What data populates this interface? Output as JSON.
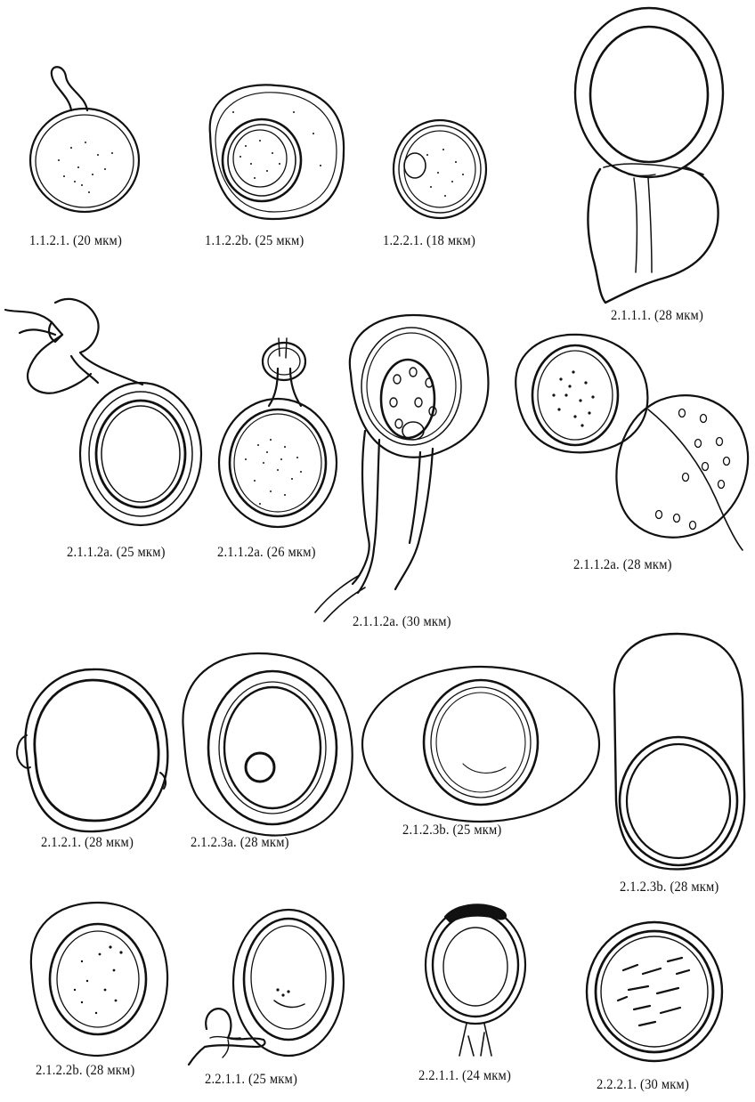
{
  "figures": [
    {
      "label": "1.1.2.1. (20 мкм)"
    },
    {
      "label": "1.1.2.2b. (25 мкм)"
    },
    {
      "label": "1.2.2.1. (18 мкм)"
    },
    {
      "label": "2.1.1.1. (28 мкм)"
    },
    {
      "label": "2.1.1.2a. (25 мкм)"
    },
    {
      "label": "2.1.1.2a. (26 мкм)"
    },
    {
      "label": "2.1.1.2a. (30 мкм)"
    },
    {
      "label": "2.1.1.2a. (28 мкм)"
    },
    {
      "label": "2.1.2.1. (28 мкм)"
    },
    {
      "label": "2.1.2.3a. (28 мкм)"
    },
    {
      "label": "2.1.2.3b. (25 мкм)"
    },
    {
      "label": "2.1.2.3b. (28 мкм)"
    },
    {
      "label": "2.1.2.2b. (28 мкм)"
    },
    {
      "label": "2.2.1.1. (25 мкм)"
    },
    {
      "label": "2.2.1.1. (24 мкм)"
    },
    {
      "label": "2.2.2.1. (30 мкм)"
    }
  ]
}
